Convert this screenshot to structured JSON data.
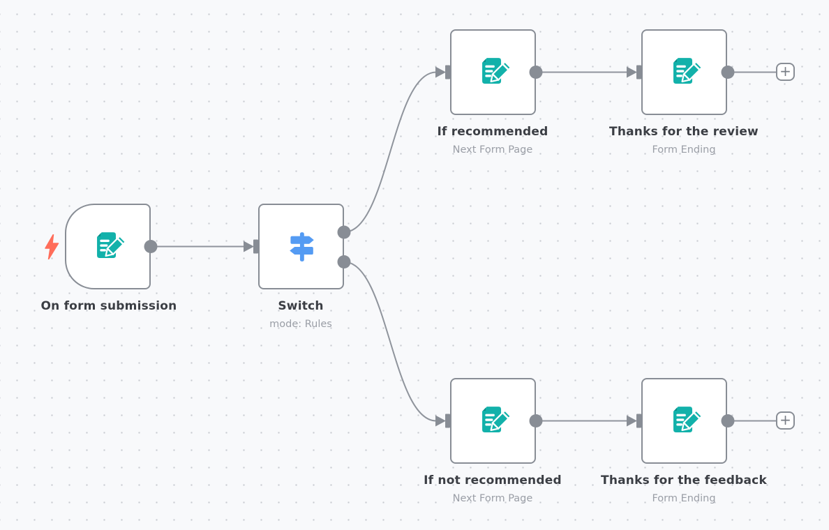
{
  "app": {
    "view": "workflow-editor-canvas"
  },
  "colors": {
    "background": "#f8f9fb",
    "grid_dot": "#c7cad0",
    "node_border": "#888d95",
    "connector_gray": "#888d95",
    "edge_gray": "#8f949c",
    "title_text": "#3b3e44",
    "subtitle_text": "#9a9ea6",
    "form_icon_teal": "#12b1aa",
    "switch_icon_blue": "#549bf3",
    "trigger_bolt_red": "#ff6d5a"
  },
  "nodes": [
    {
      "id": "on-form-submission",
      "title": "On form submission",
      "subtitle": "",
      "icon": "form-trigger-icon",
      "kind": "trigger"
    },
    {
      "id": "switch",
      "title": "Switch",
      "subtitle": "mode: Rules",
      "icon": "switch-icon",
      "kind": "action"
    },
    {
      "id": "if-recommended",
      "title": "If recommended",
      "subtitle": "Next Form Page",
      "icon": "form-page-icon",
      "kind": "action"
    },
    {
      "id": "thanks-for-the-review",
      "title": "Thanks for the review",
      "subtitle": "Form Ending",
      "icon": "form-ending-icon",
      "kind": "action"
    },
    {
      "id": "if-not-recommended",
      "title": "If not recommended",
      "subtitle": "Next Form Page",
      "icon": "form-page-icon",
      "kind": "action"
    },
    {
      "id": "thanks-for-the-feedback",
      "title": "Thanks for the feedback",
      "subtitle": "Form Ending",
      "icon": "form-ending-icon",
      "kind": "action"
    }
  ],
  "connections": [
    {
      "from": "on-form-submission",
      "to": "switch"
    },
    {
      "from": "switch",
      "output": 0,
      "to": "if-recommended"
    },
    {
      "from": "switch",
      "output": 1,
      "to": "if-not-recommended"
    },
    {
      "from": "if-recommended",
      "to": "thanks-for-the-review"
    },
    {
      "from": "if-not-recommended",
      "to": "thanks-for-the-feedback"
    }
  ],
  "add_button_label": "+"
}
